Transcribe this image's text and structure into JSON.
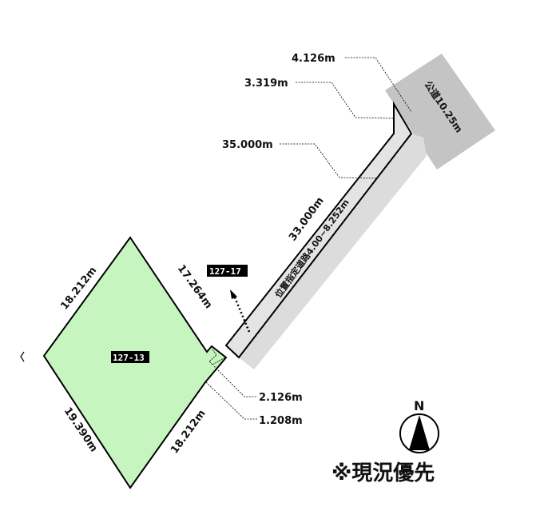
{
  "plot": {
    "id": "127-13",
    "fill_color": "#c6f5c0"
  },
  "neighbor": {
    "id": "127-17"
  },
  "dimensions": {
    "top_left": "18.212m",
    "top_right": "17.264m",
    "bottom_left": "19.390m",
    "bottom_right": "18.212m",
    "frontage_a": "2.126m",
    "frontage_b": "1.208m",
    "road_side": "33.000m",
    "road_total": "35.000m",
    "road_end_a": "3.319m",
    "road_end_b": "4.126m"
  },
  "road": {
    "private_label": "位置指定道路4.00~8.252m",
    "public_label": "公道10.25m",
    "color": "#c4c4c4"
  },
  "compass": {
    "north": "N"
  },
  "note": "※現況優先"
}
